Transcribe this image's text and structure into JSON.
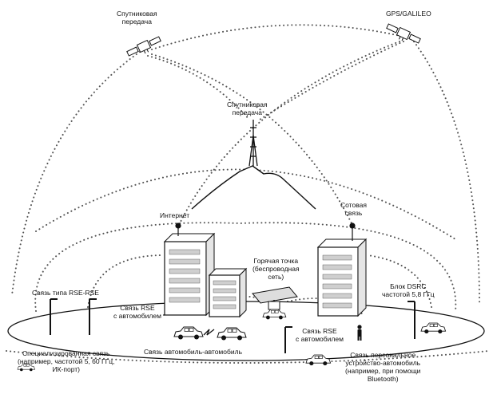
{
  "labels": {
    "satellite_top_left": [
      "Спутниковая",
      "передача"
    ],
    "gps_galileo": [
      "GPS/GALILEO"
    ],
    "satellite_mountain": [
      "Спутниковая",
      "передача"
    ],
    "internet": [
      "Интернет"
    ],
    "cellular": [
      "Сотовая",
      "связь"
    ],
    "hotspot": [
      "Горячая точка",
      "(беспроводная",
      "сеть)"
    ],
    "rse_rse": [
      "Связь типа RSE-RSE"
    ],
    "rse_vehicle_left": [
      "Связь RSE",
      "с автомобилем"
    ],
    "dsrc_unit": [
      "Блок DSRC",
      "частотой 5,8 ГГц"
    ],
    "vehicle_vehicle": [
      "Связь автомобиль-автомобиль"
    ],
    "rse_vehicle_right": [
      "Связь RSE",
      "с автомобилем"
    ],
    "special_link": [
      "Специализированная связь",
      "(например, частотой 5, 60 ГГц,",
      "ИК-порт)"
    ],
    "personal_device_link": [
      "Связь персональное",
      "устройство-автомобиль",
      "(например, при помощи",
      "Bluetooth)"
    ]
  },
  "icons": [
    "satellite-icon",
    "tower-icon",
    "mountain-icon",
    "building-icon",
    "antenna-icon",
    "car-icon",
    "person-icon",
    "pole-icon",
    "lightning-icon",
    "hotspot-panel-icon"
  ],
  "colors": {
    "line": "#111111",
    "dots": "#555555",
    "fill_building": "#ffffff",
    "window": "#cfcfcf"
  }
}
